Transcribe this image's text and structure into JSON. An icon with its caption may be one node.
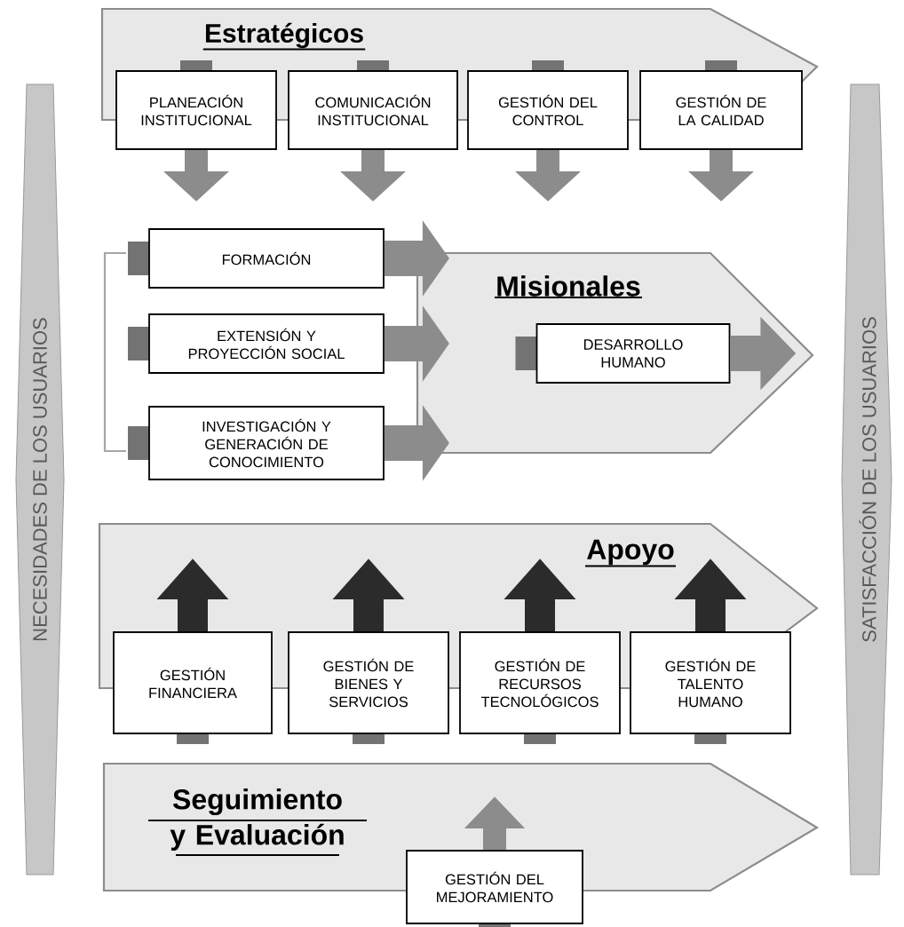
{
  "diagram": {
    "nodes": [
      {
        "text": [
          "NECESIDADES DE LOS USUARIOS"
        ]
      },
      {
        "text": [
          "Estratégicos"
        ]
      },
      {
        "text": [
          "PLANEACIÓN INSTITUCIONAL"
        ]
      },
      {
        "text": [
          "COMUNICACIÓN INSTITUCIONAL"
        ]
      },
      {
        "text": [
          "GESTIÓN DEL CONTROL"
        ]
      },
      {
        "text": [
          "GESTIÓN DE LA CALIDAD"
        ]
      },
      {
        "text": [
          "Misionales"
        ]
      },
      {
        "text": [
          "FORMACIÓN"
        ]
      },
      {
        "text": [
          "EXTENSIÓN Y PROYECCIÓN SOCIAL"
        ]
      },
      {
        "text": [
          "INVESTIGACIÓN Y GENERACIÓN DE CONOCIMIENTO"
        ]
      },
      {
        "text": [
          "DESARROLLO HUMANO"
        ],
        "in": 6
      },
      {
        "text": [
          "Apoyo"
        ]
      },
      {
        "text": [
          "GESTIÓN FINANCIERA"
        ]
      },
      {
        "text": [
          "GESTIÓN DE BIENES Y SERVICIOS"
        ]
      },
      {
        "text": [
          "GESTIÓN DE RECURSOS TECNOLÓGICOS"
        ]
      },
      {
        "text": [
          "GESTIÓN DE TALENTO HUMANO"
        ]
      },
      {
        "text": [
          "Seguimiento y Evaluación"
        ]
      },
      {
        "text": [
          "GESTIÓN DEL MEJORAMIENTO"
        ]
      },
      {
        "text": [
          "SATISFACCIÓN DE LOS USUARIOS"
        ]
      }
    ],
    "edges": [
      {
        "from": 2,
        "to": null,
        "arrow": "to"
      },
      {
        "from": 3,
        "to": null,
        "arrow": "to"
      },
      {
        "from": 4,
        "to": null,
        "arrow": "to"
      },
      {
        "from": 5,
        "to": null,
        "arrow": "to"
      },
      {
        "from": 7,
        "to": 6,
        "arrow": "to"
      },
      {
        "from": 8,
        "to": 6,
        "arrow": "to"
      },
      {
        "from": 9,
        "to": 6,
        "arrow": "to"
      },
      {
        "from": 10,
        "to": 6,
        "arrow": "to"
      },
      {
        "from": 12,
        "to": 11,
        "arrow": "to",
        "color": "#2b2b2b"
      },
      {
        "from": 13,
        "to": 11,
        "arrow": "to",
        "color": "#2b2b2b"
      },
      {
        "from": 14,
        "to": 11,
        "arrow": "to",
        "color": "#2b2b2b"
      },
      {
        "from": 15,
        "to": 11,
        "arrow": "to",
        "color": "#2b2b2b"
      },
      {
        "from": 17,
        "to": 16,
        "arrow": "to"
      }
    ]
  }
}
